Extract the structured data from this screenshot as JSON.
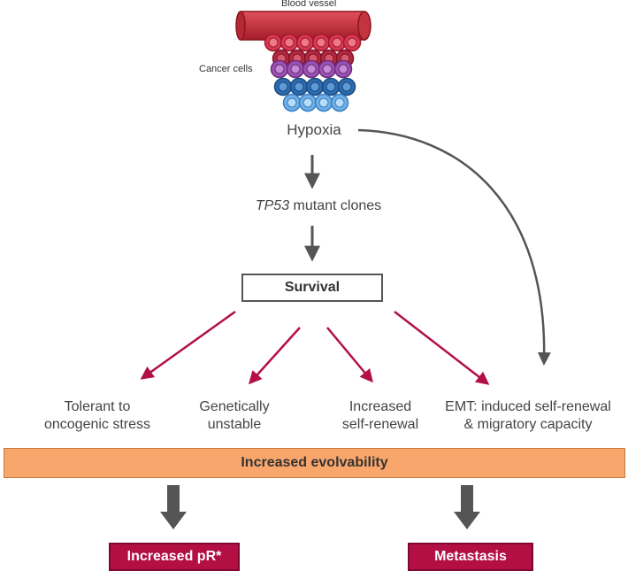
{
  "top": {
    "blood_vessel_label": "Blood vessel",
    "cancer_cells_label": "Cancer cells",
    "hypoxia_label": "Hypoxia"
  },
  "middle": {
    "tp53_gene": "TP53",
    "tp53_suffix": " mutant clones",
    "survival_label": "Survival"
  },
  "traits": [
    {
      "line1": "Tolerant to",
      "line2": "oncogenic stress"
    },
    {
      "line1": "Genetically",
      "line2": "unstable"
    },
    {
      "line1": "Increased",
      "line2": "self-renewal"
    },
    {
      "line1": "EMT: induced self-renewal",
      "line2": "& migratory capacity"
    }
  ],
  "evolvability_label": "Increased evolvability",
  "outcomes": {
    "left": "Increased pR*",
    "right": "Metastasis"
  },
  "colors": {
    "accent_red": "#b30f45",
    "bar_orange": "#f9a66c",
    "arrow_gray": "#555555"
  }
}
